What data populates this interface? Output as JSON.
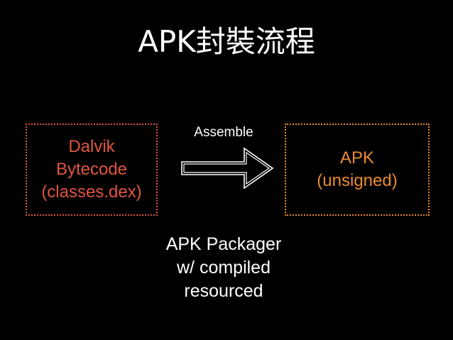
{
  "slide": {
    "title": "APK封裝流程"
  },
  "source_box": {
    "lines": [
      "Dalvik",
      "Bytecode",
      "(classes.dex)"
    ],
    "color": "#e05540"
  },
  "target_box": {
    "lines": [
      "APK",
      "(unsigned)"
    ],
    "color": "#e98a2e"
  },
  "arrow": {
    "label": "Assemble",
    "icon": "right-arrow-icon"
  },
  "caption": {
    "lines": [
      "APK Packager",
      "w/ compiled",
      "resourced"
    ]
  }
}
